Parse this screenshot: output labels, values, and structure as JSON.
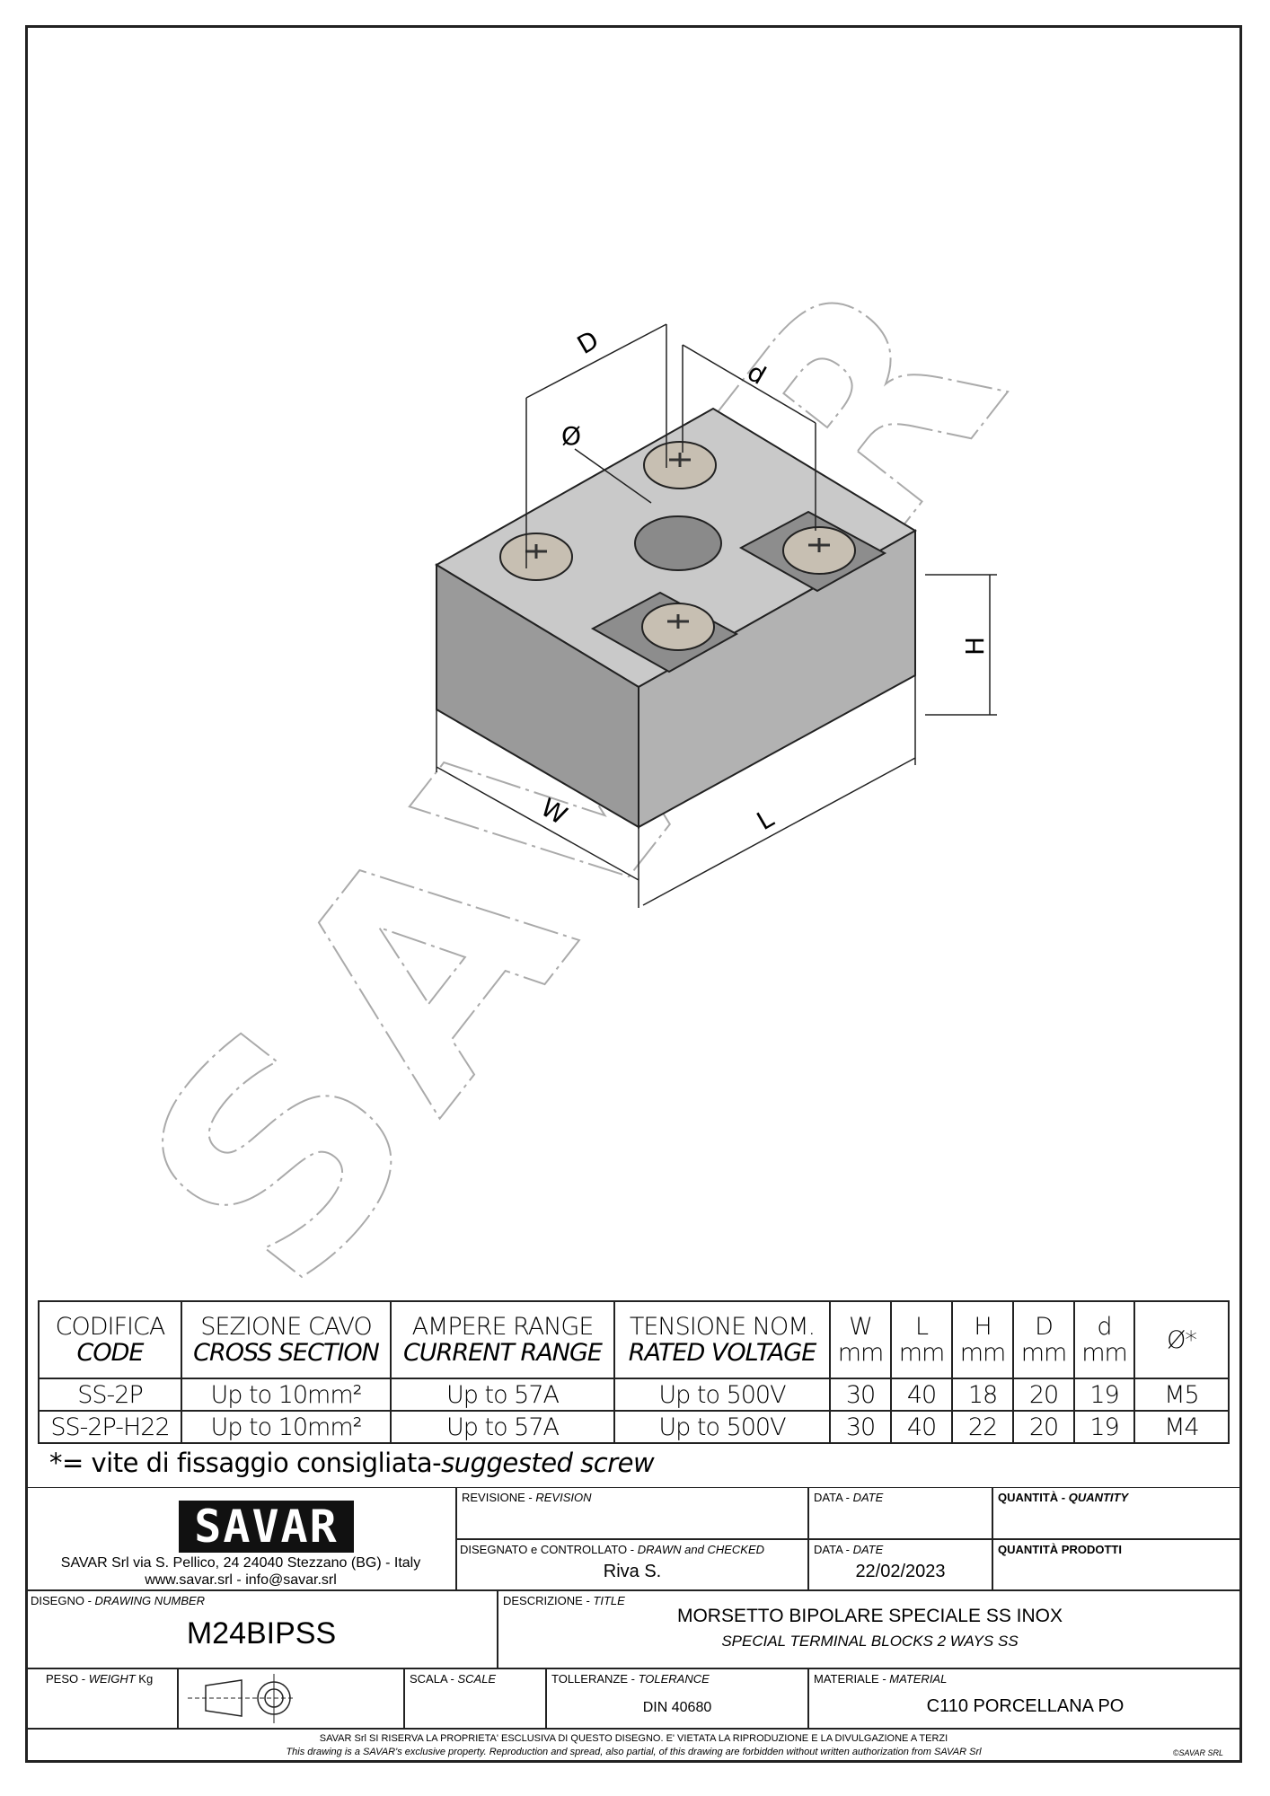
{
  "drawing": {
    "labels": {
      "D": "D",
      "d": "d",
      "diameter": "Ø",
      "H": "H",
      "W": "W",
      "L": "L"
    },
    "watermark": "SAVAR"
  },
  "table": {
    "headers": [
      {
        "it": "CODIFICA",
        "en": "CODE"
      },
      {
        "it": "SEZIONE CAVO",
        "en": "CROSS SECTION"
      },
      {
        "it": "AMPERE RANGE",
        "en": "CURRENT RANGE"
      },
      {
        "it": "TENSIONE NOM.",
        "en": "RATED VOLTAGE"
      },
      {
        "it": "W",
        "en": "mm"
      },
      {
        "it": "L",
        "en": "mm"
      },
      {
        "it": "H",
        "en": "mm"
      },
      {
        "it": "D",
        "en": "mm"
      },
      {
        "it": "d",
        "en": "mm"
      },
      {
        "it": "Ø*",
        "en": ""
      }
    ],
    "rows": [
      [
        "SS-2P",
        "Up to 10mm²",
        "Up to 57A",
        "Up to 500V",
        "30",
        "40",
        "18",
        "20",
        "19",
        "M5"
      ],
      [
        "SS-2P-H22",
        "Up to 10mm²",
        "Up to 57A",
        "Up to 500V",
        "30",
        "40",
        "22",
        "20",
        "19",
        "M4"
      ]
    ],
    "note_it": "*= vite di fissaggio consigliata-",
    "note_en": "suggested screw"
  },
  "titleblock": {
    "logo": "SAVAR",
    "address": "SAVAR Srl via S. Pellico, 24  24040 Stezzano (BG) - Italy",
    "web": "www.savar.srl  -  info@savar.srl",
    "revision_label": "REVISIONE - ",
    "revision_label_en": "REVISION",
    "date_label": "DATA - ",
    "date_label_en": "DATE",
    "quantity_label": "QUANTITÀ - ",
    "quantity_label_en": "QUANTITY",
    "drawn_label": "DISEGNATO e CONTROLLATO - ",
    "drawn_label_en": "DRAWN and CHECKED",
    "drawn_by": "Riva S.",
    "date": "22/02/2023",
    "products_label": "QUANTITÀ  PRODOTTI",
    "drawing_number_label": "DISEGNO - ",
    "drawing_number_label_en": "DRAWING NUMBER",
    "drawing_number": "M24BIPSS",
    "title_label": "DESCRIZIONE - ",
    "title_label_en": "TITLE",
    "title_it": "MORSETTO BIPOLARE SPECIALE SS INOX",
    "title_en": "SPECIAL TERMINAL BLOCKS 2 WAYS SS",
    "weight_label": "PESO - ",
    "weight_label_en": "WEIGHT",
    "weight_unit": " Kg",
    "scale_label": "SCALA - ",
    "scale_label_en": "SCALE",
    "tolerance_label": "TOLLERANZE - ",
    "tolerance_label_en": "TOLERANCE",
    "tolerance": "DIN 40680",
    "material_label": "MATERIALE - ",
    "material_label_en": "MATERIAL",
    "material": "C110 PORCELLANA PO",
    "footer_it": "SAVAR Srl SI RISERVA LA PROPRIETA' ESCLUSIVA DI QUESTO DISEGNO. E' VIETATA LA RIPRODUZIONE E LA DIVULGAZIONE A TERZI",
    "footer_en": "This drawing is a SAVAR's exclusive property. Reproduction and spread, also partial, of this drawing are forbidden without written authorization from SAVAR Srl",
    "copyright": "©SAVAR SRL"
  }
}
